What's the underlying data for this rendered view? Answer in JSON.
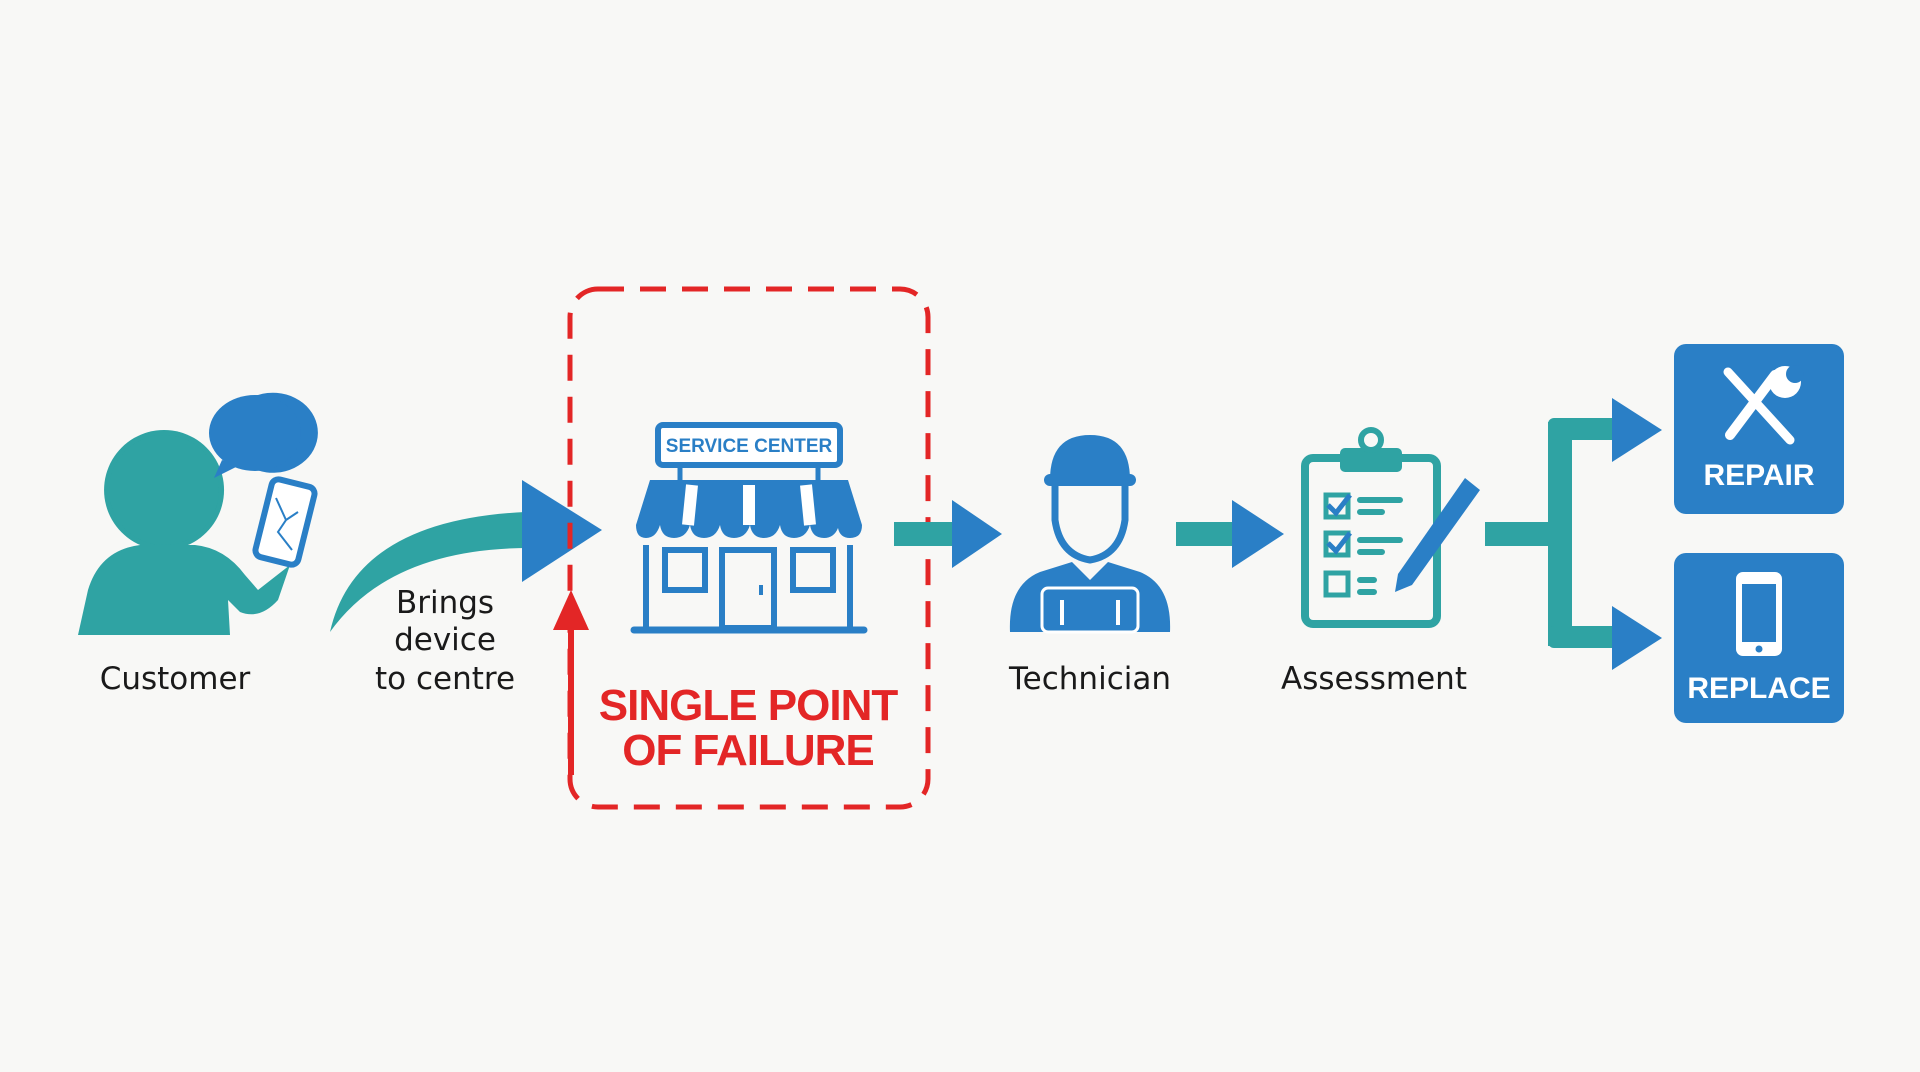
{
  "colors": {
    "teal": "#2fa3a3",
    "blue": "#2a7fc6",
    "red": "#e32626",
    "background": "#f8f8f6"
  },
  "nodes": {
    "customer": {
      "label": "Customer",
      "icon": "person-with-cracked-phone-icon"
    },
    "transition": {
      "line1": "Brings",
      "line2": "device",
      "line3": "to centre"
    },
    "service_center": {
      "sign": "SERVICE CENTER",
      "icon": "storefront-icon"
    },
    "failure": {
      "line1": "SINGLE POINT",
      "line2": "OF FAILURE"
    },
    "technician": {
      "label": "Technician",
      "icon": "technician-icon"
    },
    "assessment": {
      "label": "Assessment",
      "icon": "clipboard-checklist-icon"
    },
    "repair": {
      "label": "REPAIR",
      "icon": "wrench-screwdriver-icon"
    },
    "replace": {
      "label": "REPLACE",
      "icon": "smartphone-icon"
    }
  }
}
